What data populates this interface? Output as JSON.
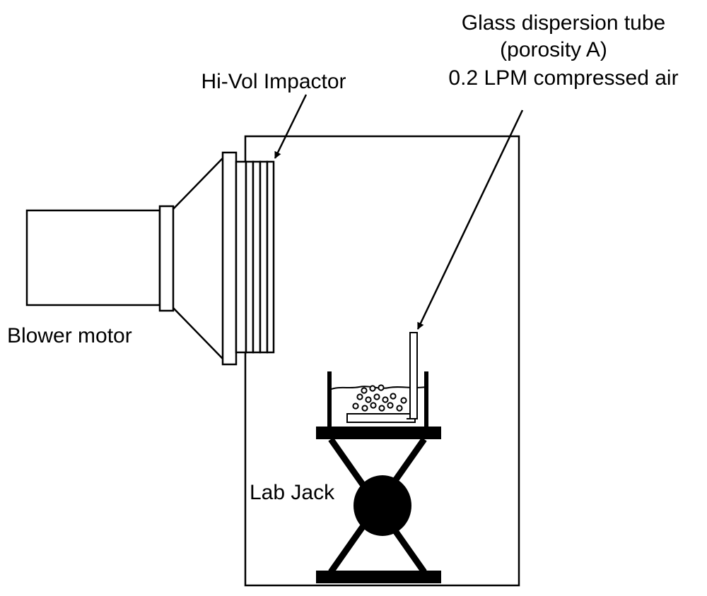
{
  "labels": {
    "tube_line1": "Glass dispersion tube",
    "tube_line2": "(porosity A)",
    "tube_line3": "0.2 LPM compressed air",
    "impactor": "Hi-Vol Impactor",
    "blower": "Blower motor",
    "labjack": "Lab Jack"
  },
  "colors": {
    "stroke": "#000000",
    "background": "#ffffff"
  }
}
